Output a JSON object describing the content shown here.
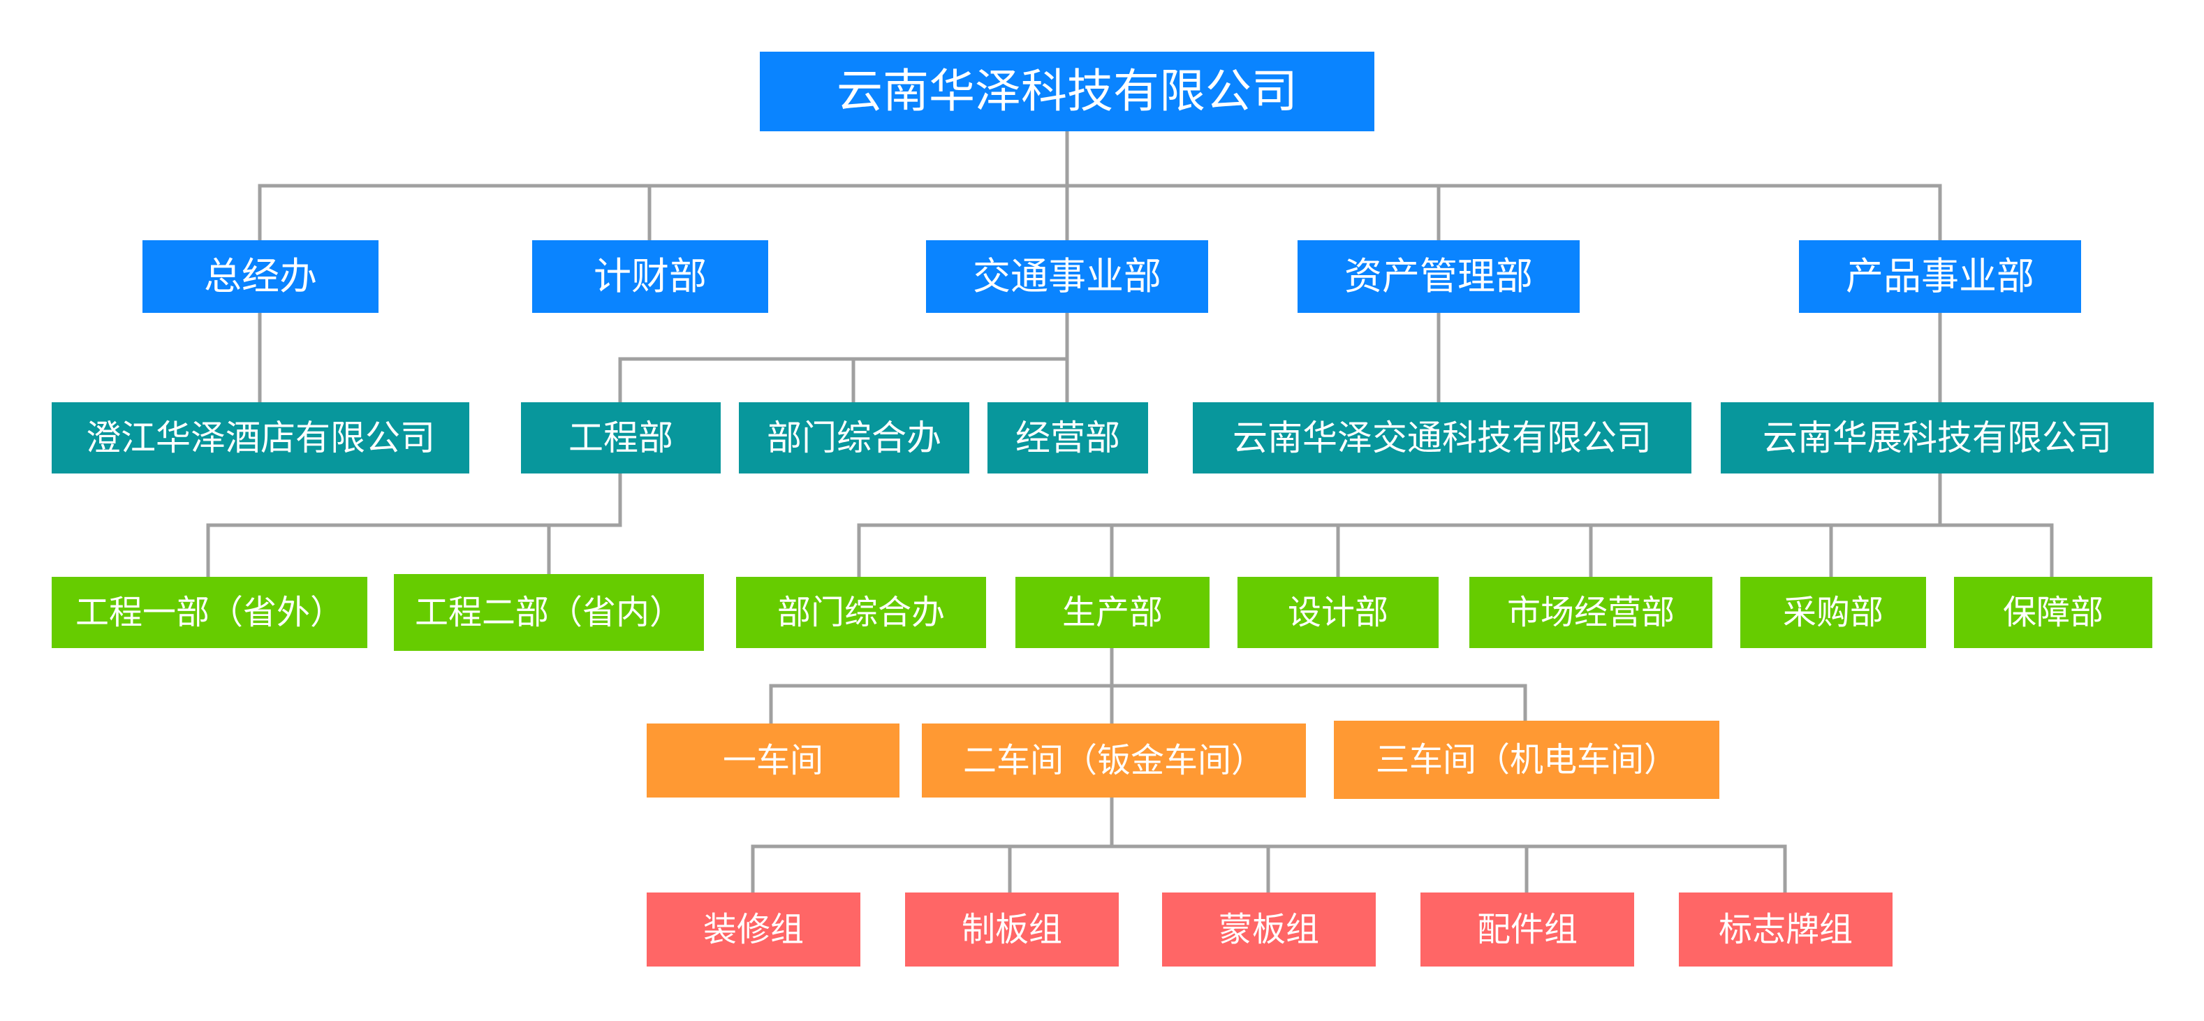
{
  "colors": {
    "level1": "#0A84FF",
    "level2": "#0A84FF",
    "level3": "#08979C",
    "level4": "#66CC00",
    "level5": "#FF9933",
    "level6": "#FF6666",
    "connector": "#A0A0A0"
  },
  "org": {
    "root": "云南华泽科技有限公司",
    "departments": {
      "general_office": "总经办",
      "finance": "计财部",
      "transport_division": "交通事业部",
      "asset_management": "资产管理部",
      "product_division": "产品事业部"
    },
    "subunits": {
      "chengjiang_hotel": "澄江华泽酒店有限公司",
      "engineering": "工程部",
      "transport_general_office": "部门综合办",
      "operations": "经营部",
      "huaze_transport_tech": "云南华泽交通科技有限公司",
      "huazhan_tech": "云南华展科技有限公司"
    },
    "teams": {
      "engineering_1": "工程一部（省外）",
      "engineering_2": "工程二部（省内）",
      "product_general_office": "部门综合办",
      "production": "生产部",
      "design": "设计部",
      "marketing": "市场经营部",
      "procurement": "采购部",
      "assurance": "保障部"
    },
    "workshops": {
      "workshop_1": "一车间",
      "workshop_2": "二车间（钣金车间）",
      "workshop_3": "三车间（机电车间）"
    },
    "groups": {
      "decoration": "装修组",
      "plate_making": "制板组",
      "skin_panel": "蒙板组",
      "parts": "配件组",
      "signage": "标志牌组"
    }
  }
}
